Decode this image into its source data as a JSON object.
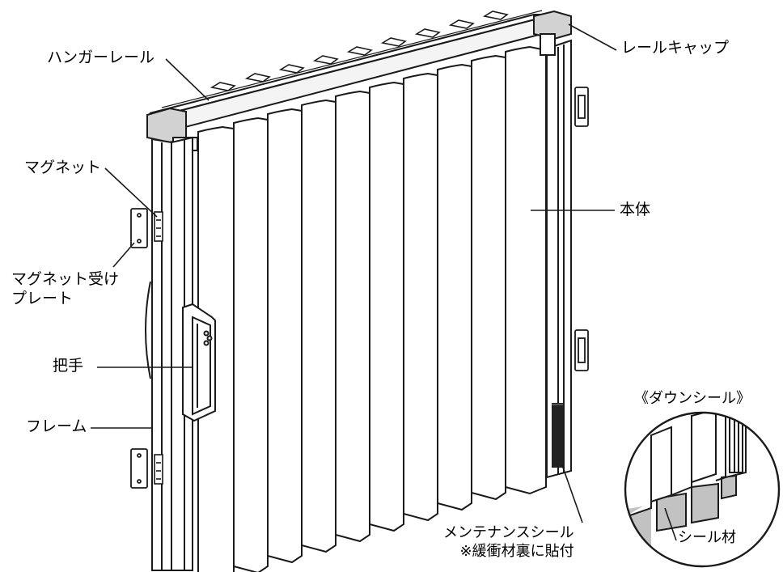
{
  "labels": {
    "hanger_rail": "ハンガーレール",
    "rail_cap": "レールキャップ",
    "magnet": "マグネット",
    "body": "本体",
    "magnet_plate_line1": "マグネット受け",
    "magnet_plate_line2": "プレート",
    "handle": "把手",
    "frame": "フレーム",
    "down_seal_title": "《ダウンシール》",
    "maintenance_seal_line1": "メンテナンスシール",
    "maintenance_seal_line2": "※緩衝材裏に貼付",
    "seal_material": "シール材"
  },
  "colors": {
    "line": "#1a1a1a",
    "panel_fill": "#ffffff",
    "cap_fill": "#d2d2d2",
    "seal_fill": "#c2c2c2",
    "dark_fill": "#222222"
  }
}
